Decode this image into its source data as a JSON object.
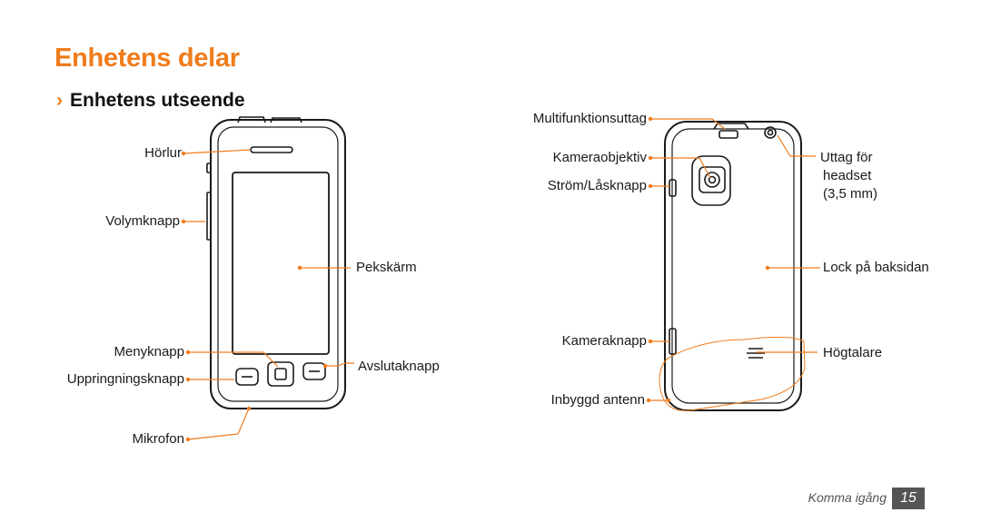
{
  "heading": "Enhetens delar",
  "subheading": {
    "chevron": "›",
    "text": "Enhetens utseende"
  },
  "front_labels": {
    "horlur": "Hörlur",
    "volymknapp": "Volymknapp",
    "pekskarm": "Pekskärm",
    "menyknapp": "Menyknapp",
    "uppringningsknapp": "Uppringningsknapp",
    "avslutaknapp": "Avslutaknapp",
    "mikrofon": "Mikrofon"
  },
  "back_labels": {
    "multifunktionsuttag": "Multifunktionsuttag",
    "kameraobjektiv": "Kameraobjektiv",
    "strom_lasknapp": "Ström/Låsknapp",
    "uttag_for": "Uttag för",
    "headset": "headset",
    "mm": "(3,5 mm)",
    "lock": "Lock på baksidan",
    "kameraknapp": "Kameraknapp",
    "hogtalare": "Högtalare",
    "antenn": "Inbyggd antenn"
  },
  "footer": {
    "section": "Komma igång",
    "page": "15"
  },
  "colors": {
    "accent": "#f07c1c",
    "outline": "#1a1a1a"
  }
}
